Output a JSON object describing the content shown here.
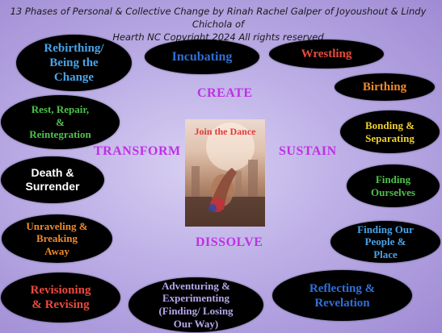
{
  "header": {
    "line1": "13 Phases of Personal & Collective Change by Rinah Rachel Galper of Joyoushout & Lindy Chichola of",
    "line2": "Hearth NC  Copyright 2024 All rights reserved"
  },
  "center": {
    "top": "CREATE",
    "left": "TRANSFORM",
    "right": "SUSTAIN",
    "bottom": "DISSOLVE",
    "photo_caption": "Join the Dance"
  },
  "phases": [
    {
      "lines": [
        "Rebirthing/",
        "Being the",
        "Change"
      ],
      "color": "#4aa3e8"
    },
    {
      "lines": [
        "Incubating"
      ],
      "color": "#2f6fd8"
    },
    {
      "lines": [
        "Wrestling"
      ],
      "color": "#e94a3d"
    },
    {
      "lines": [
        "Rest, Repair,",
        "&",
        "Reintegration"
      ],
      "color": "#4cc24a"
    },
    {
      "lines": [
        "Birthing"
      ],
      "color": "#f08a2a"
    },
    {
      "lines": [
        "Bonding &",
        "Separating"
      ],
      "color": "#f0cf30"
    },
    {
      "lines": [
        "Death &",
        "Surrender"
      ],
      "color": "#ffffff"
    },
    {
      "lines": [
        "Finding",
        "Ourselves"
      ],
      "color": "#4cc24a"
    },
    {
      "lines": [
        "Unraveling &",
        "Breaking",
        "Away"
      ],
      "color": "#f08a2a"
    },
    {
      "lines": [
        "Finding Our",
        "People &",
        "Place"
      ],
      "color": "#4aa3e8"
    },
    {
      "lines": [
        "Revisioning",
        "& Revising"
      ],
      "color": "#e94a3d"
    },
    {
      "lines": [
        "Adventuring &",
        "Experimenting",
        "(Finding/ Losing",
        "Our Way)"
      ],
      "color": "#b6a6ea"
    },
    {
      "lines": [
        "Reflecting &",
        "Revelation"
      ],
      "color": "#2f6fd8"
    }
  ],
  "colors": {
    "center_labels": "#c02fe6",
    "oval_fill": "#000000"
  }
}
